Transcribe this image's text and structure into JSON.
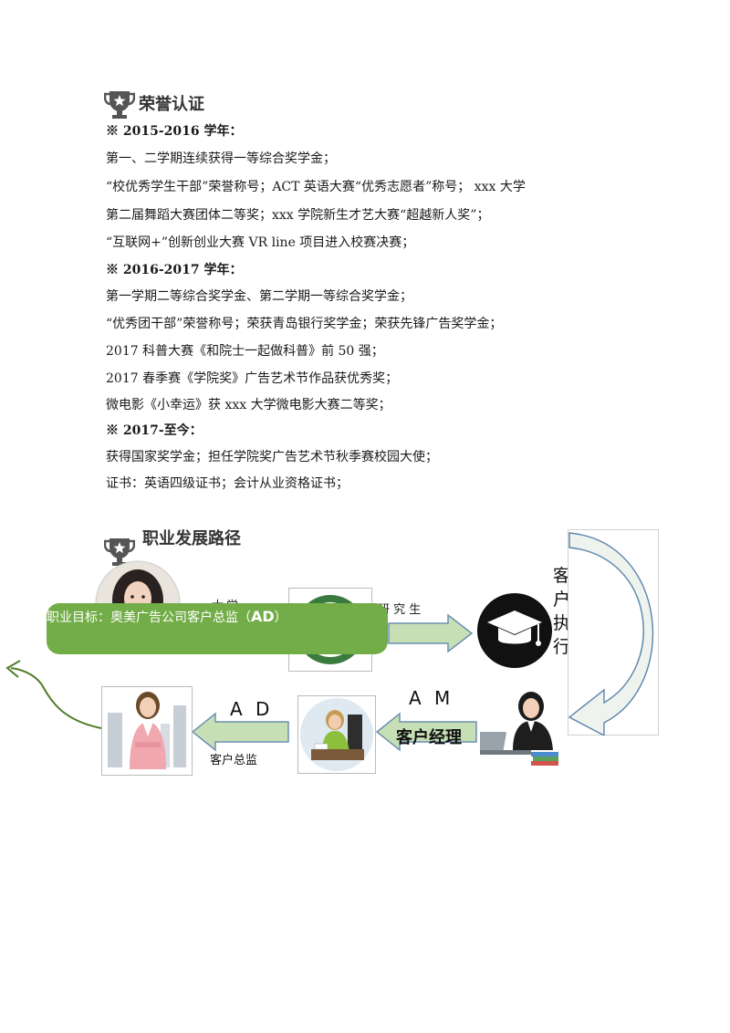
{
  "honors": {
    "title": "荣誉认证",
    "groups": [
      {
        "year": "※ 2015-2016 学年：",
        "lines": [
          " 第一、二学期连续获得一等综合奖学金；",
          "“校优秀学生干部”荣誉称号；ACT 英语大赛“优秀志愿者”称号； xxx 大学",
          "第二届舞蹈大赛团体二等奖；xxx 学院新生才艺大赛“超越新人奖”；",
          "“互联网+”创新创业大赛 VR line 项目进入校赛决赛；"
        ]
      },
      {
        "year": "※ 2016-2017 学年：",
        "lines": [
          "第一学期二等综合奖学金、第二学期一等综合奖学金；",
          "“优秀团干部”荣誉称号；荣获青岛银行奖学金；荣获先锋广告奖学金；",
          "2017 科普大赛《和院士一起做科普》前 50 强；",
          "2017 春季赛《学院奖》广告艺术节作品获优秀奖；",
          "微电影《小幸运》获 xxx 大学微电影大赛二等奖；"
        ]
      },
      {
        "year": "※ 2017-至今：",
        "lines": [
          "获得国家奖学金；担任学院奖广告艺术节秋季赛校园大使；",
          "证书：英语四级证书；会计从业资格证书；"
        ]
      }
    ]
  },
  "career": {
    "title": "职业发展路径",
    "goal_prefix": "职业目标：奥美广告公司客户总监（",
    "goal_highlight": "AD",
    "goal_suffix": "）",
    "stage_university": "大学",
    "stage_graduate": "研 究 生",
    "stage_right_vertical": [
      "客",
      "户",
      "执",
      "行"
    ],
    "stage_am_code": "A M",
    "stage_am_label": "客户经理",
    "stage_ad_code": "A D",
    "stage_ad_label": "客户总监"
  },
  "colors": {
    "green": "#72ad47",
    "green_dark": "#4e7d2a",
    "arrow_fill": "#c6dfb4",
    "arrow_stroke": "#6b8fb3"
  }
}
